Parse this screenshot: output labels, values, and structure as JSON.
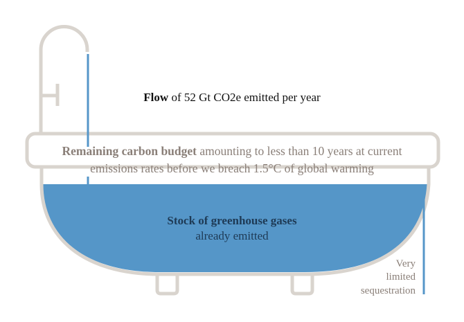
{
  "flow": {
    "bold": "Flow",
    "rest": " of 52 Gt CO2e emitted per year"
  },
  "budget": {
    "bold": "Remaining carbon budget",
    "rest1": " amounting to less than 10 years at current",
    "line2": "emissions rates before we breach 1.5°C of global warming"
  },
  "stock": {
    "bold": "Stock of greenhouse gases",
    "line2": "already emitted"
  },
  "sequestration": {
    "line1": "Very",
    "line2": "limited",
    "line3": "sequestration"
  },
  "colors": {
    "tub": "#d9d4ce",
    "water": "#5596c8",
    "budget_text": "#8a7f78",
    "stock_text": "#1e3a55",
    "flow_text": "#111111"
  }
}
